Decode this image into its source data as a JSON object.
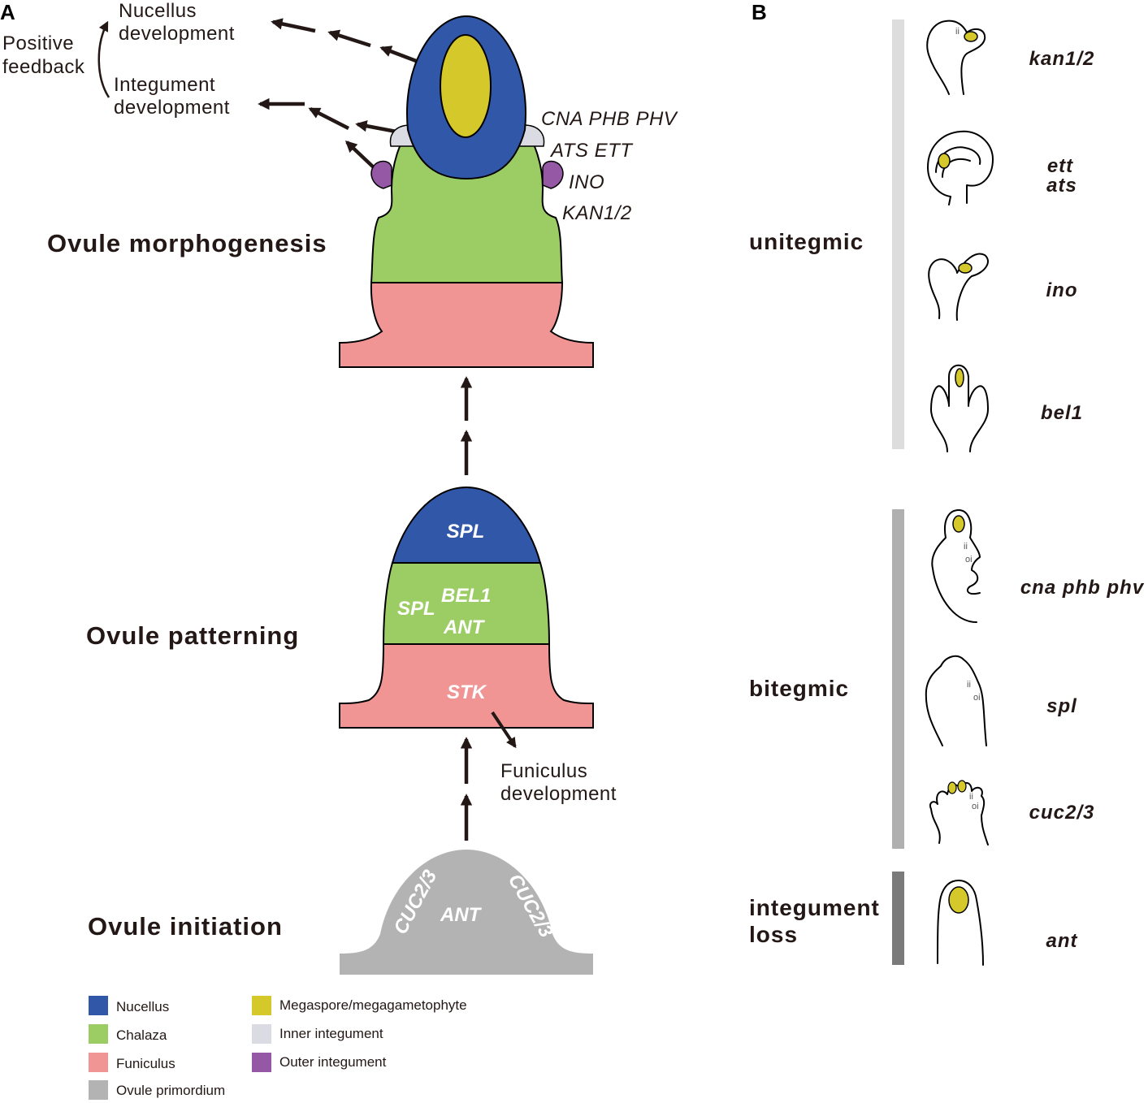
{
  "colors": {
    "nucellus": "#3157a8",
    "chalaza": "#9ccd64",
    "funiculus": "#f09494",
    "primordium": "#b3b3b3",
    "megaspore": "#d5c82a",
    "inner_integument": "#dadbe3",
    "outer_integument": "#9558a5",
    "bar_unitegmic": "#dddddd",
    "bar_bitegmic": "#b0b0b0",
    "bar_loss": "#7a7a7a"
  },
  "panel_a": {
    "letter": "A",
    "feedback": {
      "line1": "Positive",
      "line2": "feedback"
    },
    "nucellus_dev": {
      "line1": "Nucellus",
      "line2": "development"
    },
    "integument_dev": {
      "line1": "Integument",
      "line2": "development"
    },
    "genes": [
      "CNA PHB PHV",
      "ATS ETT",
      "INO",
      "KAN1/2"
    ],
    "morphogenesis_title": "Ovule morphogenesis",
    "patterning_title": "Ovule patterning",
    "initiation_title": "Ovule initiation",
    "patterning_genes": {
      "top": "SPL",
      "mid_left": "SPL",
      "mid_1": "BEL1",
      "mid_2": "ANT",
      "bottom": "STK"
    },
    "funiculus_dev": {
      "line1": "Funiculus",
      "line2": "development"
    },
    "initiation_genes": {
      "left": "CUC2/3",
      "center": "ANT",
      "right": "CUC2/3"
    }
  },
  "legend": [
    {
      "label": "Nucellus",
      "color_key": "nucellus"
    },
    {
      "label": "Chalaza",
      "color_key": "chalaza"
    },
    {
      "label": "Funiculus",
      "color_key": "funiculus"
    },
    {
      "label": "Ovule primordium",
      "color_key": "primordium"
    },
    {
      "label": "Megaspore/megagametophyte",
      "color_key": "megaspore"
    },
    {
      "label": "Inner integument",
      "color_key": "inner_integument"
    },
    {
      "label": "Outer integument",
      "color_key": "outer_integument"
    }
  ],
  "panel_b": {
    "letter": "B",
    "groups": {
      "unitegmic": "unitegmic",
      "bitegmic": "bitegmic",
      "loss_line1": "integument",
      "loss_line2": "loss"
    },
    "mutants": [
      "kan1/2",
      "ett",
      "ats",
      "ino",
      "bel1",
      "cna phb phv",
      "spl",
      "cuc2/3",
      "ant"
    ],
    "ii": "ii",
    "oi": "oi"
  }
}
